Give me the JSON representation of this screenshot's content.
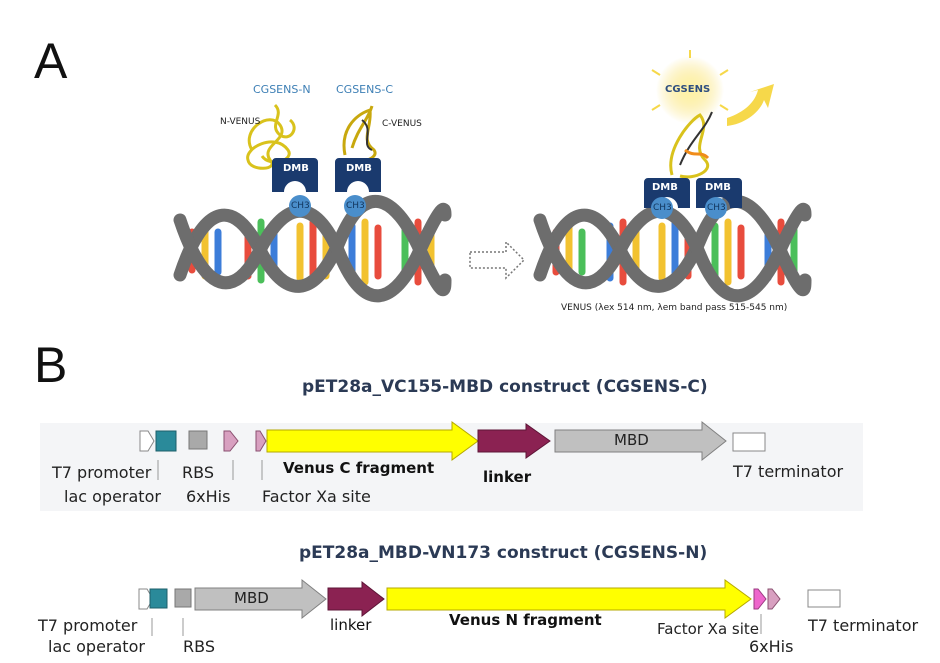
{
  "panel_a": {
    "letter": "A",
    "cgsens_n": "CGSENS-N",
    "cgsens_c": "CGSENS-C",
    "n_venus": "N-VENUS",
    "c_venus": "C-VENUS",
    "dmb": "DMB",
    "ch3": "CH3",
    "cgsens": "CGSENS",
    "venus_caption": "VENUS (λex 514 nm, λem band pass 515-545 nm)",
    "colors": {
      "dmb_box": "#1a3a6e",
      "ch3_ball": "#4a8ecb",
      "backbone": "#6d6d6d",
      "protein": "#d9c21c",
      "glow": "#f6d84a"
    }
  },
  "panel_b": {
    "letter": "B",
    "construct1": {
      "title": "pET28a_VC155-MBD construct (CGSENS-C)",
      "labels": {
        "t7_promoter": "T7 promoter",
        "lac_operator": "lac operator",
        "rbs": "RBS",
        "his": "6xHis",
        "factor_xa": "Factor Xa site",
        "venus_c": "Venus C fragment",
        "linker": "linker",
        "mbd": "MBD",
        "t7_terminator": "T7 terminator"
      }
    },
    "construct2": {
      "title": "pET28a_MBD-VN173 construct (CGSENS-N)",
      "labels": {
        "t7_promoter": "T7 promoter",
        "lac_operator": "lac operator",
        "rbs": "RBS",
        "mbd": "MBD",
        "linker": "linker",
        "venus_n": "Venus N fragment",
        "factor_xa": "Factor Xa site",
        "his": "6xHis",
        "t7_terminator": "T7 terminator"
      }
    },
    "colors": {
      "venus": "#ffff00",
      "linker": "#8b2252",
      "mbd": "#c0c0c0",
      "operator": "#2a8a9a",
      "rbs": "#a9a9a9",
      "his": "#d8a0c0",
      "factor_xa": "#ee66cc"
    }
  }
}
